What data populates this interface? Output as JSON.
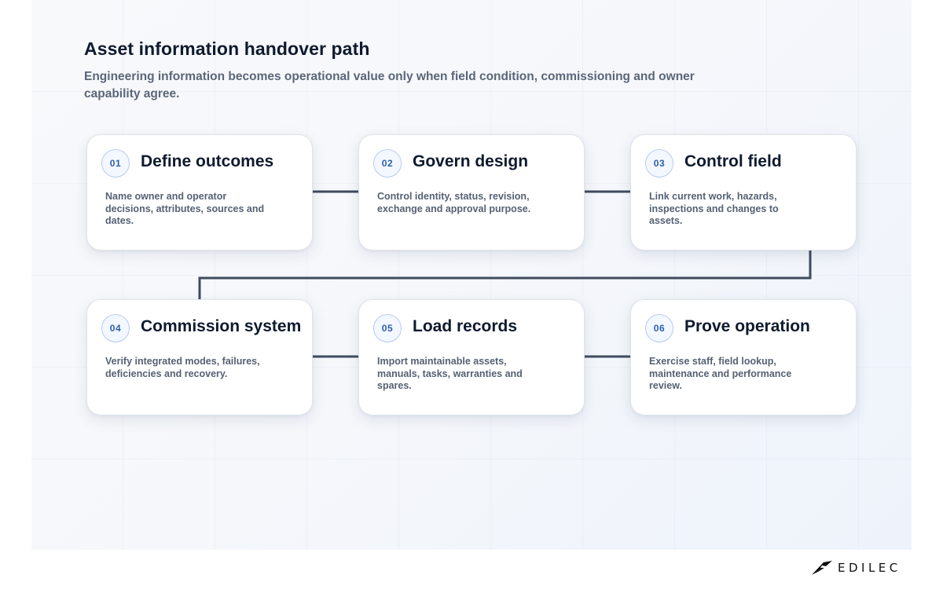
{
  "header": {
    "title": "Asset information handover path",
    "subtitle": "Engineering information becomes operational value only when field condition, commissioning and owner capability agree."
  },
  "steps": [
    {
      "number": "01",
      "title": "Define outcomes",
      "description": "Name owner and operator decisions, attributes, sources and dates."
    },
    {
      "number": "02",
      "title": "Govern design",
      "description": "Control identity, status, revision, exchange and approval purpose."
    },
    {
      "number": "03",
      "title": "Control field",
      "description": "Link current work, hazards, inspections and changes to assets."
    },
    {
      "number": "04",
      "title": "Commission system",
      "description": "Verify integrated modes, failures, deficiencies and recovery."
    },
    {
      "number": "05",
      "title": "Load records",
      "description": "Import maintainable assets, manuals, tasks, warranties and spares."
    },
    {
      "number": "06",
      "title": "Prove operation",
      "description": "Exercise staff, field lookup, maintenance and performance review."
    }
  ],
  "brand": {
    "name": "EDILEC",
    "icon": "edilec-bird-icon"
  },
  "colors": {
    "connector": "#3f4b5e",
    "badge_text": "#2f5fae",
    "badge_border": "#b9cbef"
  }
}
